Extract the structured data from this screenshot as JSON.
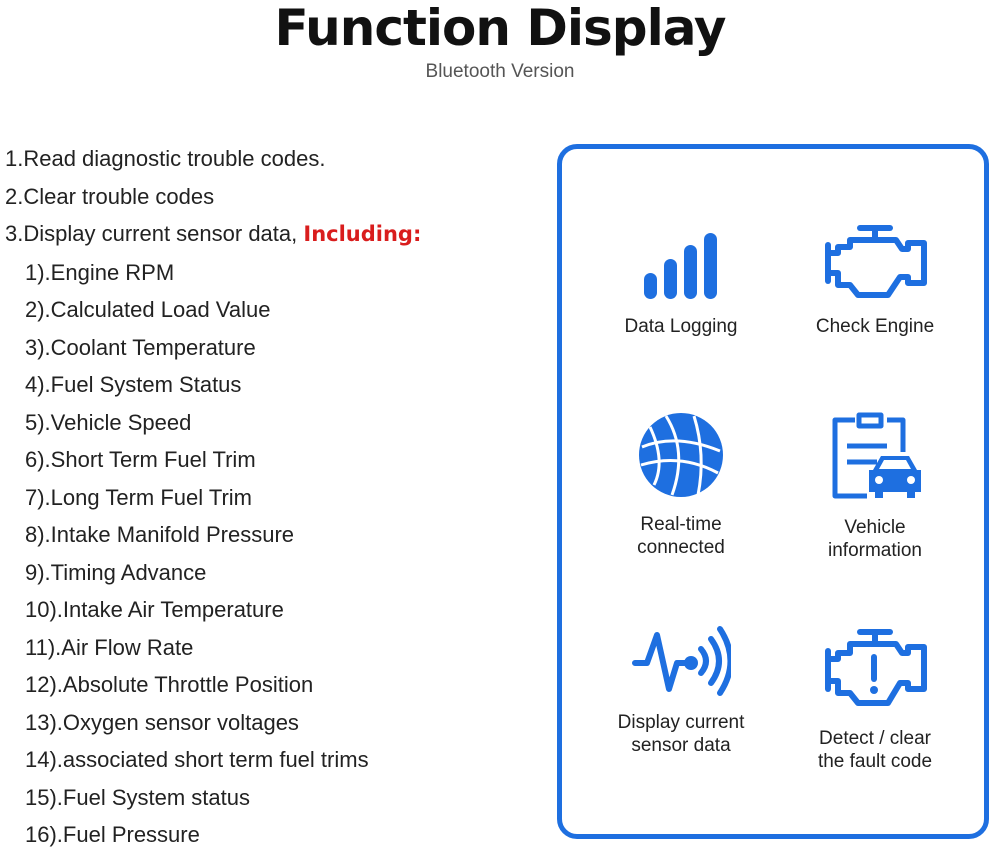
{
  "header": {
    "title": "Function Display",
    "subtitle": "Bluetooth Version"
  },
  "features": {
    "item1": "1.Read diagnostic trouble codes.",
    "item2": "2.Clear trouble codes",
    "item3_prefix": "3.Display current sensor data, ",
    "item3_highlight": "Including:",
    "sensors": [
      "1).Engine RPM",
      "2).Calculated Load Value",
      "3).Coolant Temperature",
      "4).Fuel System Status",
      "5).Vehicle Speed",
      "6).Short Term Fuel Trim",
      "7).Long Term Fuel Trim",
      "8).Intake Manifold Pressure",
      "9).Timing Advance",
      "10).Intake Air Temperature",
      "11).Air Flow Rate",
      "12).Absolute Throttle Position",
      "13).Oxygen sensor voltages",
      "14).associated short term fuel trims",
      "15).Fuel System status",
      "16).Fuel Pressure"
    ]
  },
  "panel": {
    "accent_color": "#1e6fe0",
    "highlight_color": "#d91d1d",
    "items": [
      {
        "icon": "bar-chart-icon",
        "line1": "Data Logging",
        "line2": ""
      },
      {
        "icon": "engine-icon",
        "line1": "Check Engine",
        "line2": ""
      },
      {
        "icon": "globe-icon",
        "line1": "Real-time",
        "line2": "connected"
      },
      {
        "icon": "car-clipboard-icon",
        "line1": "Vehicle",
        "line2": "information"
      },
      {
        "icon": "signal-wave-icon",
        "line1": "Display current",
        "line2": "sensor data"
      },
      {
        "icon": "engine-alert-icon",
        "line1": "Detect / clear",
        "line2": "the fault code"
      }
    ]
  }
}
